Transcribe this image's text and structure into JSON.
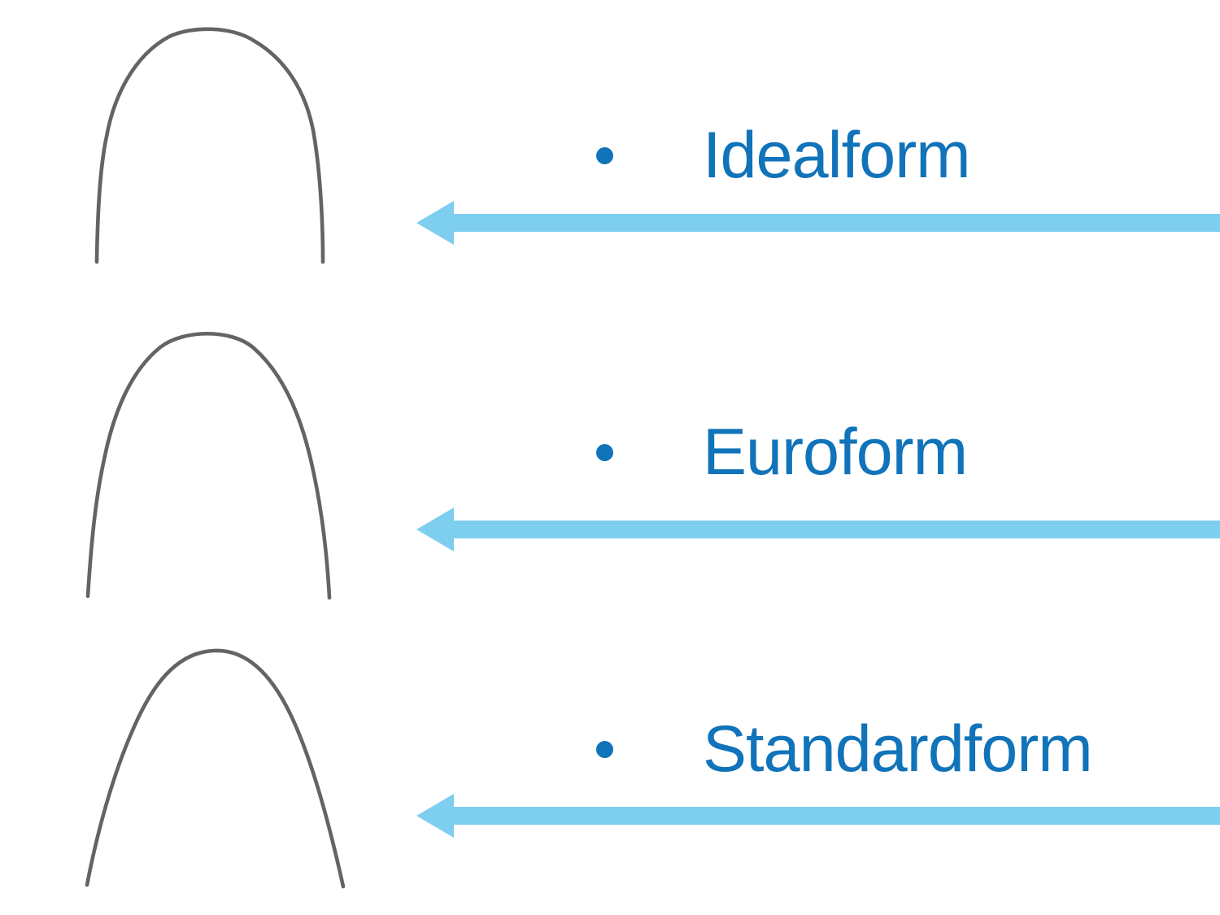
{
  "slide": {
    "background": "#ffffff",
    "items": [
      {
        "label": "Idealform",
        "arch_icon": "idealform-archwire-icon"
      },
      {
        "label": "Euroform",
        "arch_icon": "euroform-archwire-icon"
      },
      {
        "label": "Standardform",
        "arch_icon": "standardform-archwire-icon"
      }
    ],
    "icons": {
      "bullet": "filled-circle",
      "arrow": "left-arrow"
    },
    "colors": {
      "label_text": "#1173b9",
      "bullet": "#1173b9",
      "arrow": "#7ecef0",
      "archwire": "#5b5c5f"
    }
  }
}
